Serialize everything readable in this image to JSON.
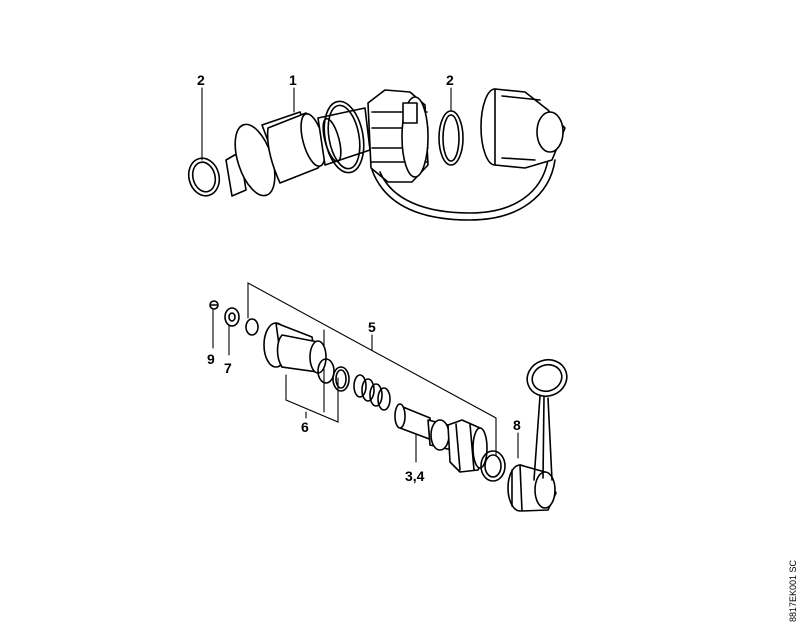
{
  "labels": {
    "top_seal_left": "2",
    "top_spout": "1",
    "top_seal_right": "2",
    "bottom_assembly": "5",
    "bottom_screw": "9",
    "bottom_washer": "7",
    "bottom_sleeve_group": "6",
    "bottom_valve": "3,4",
    "bottom_cap": "8"
  },
  "ref_code": "8817EK001 SC"
}
